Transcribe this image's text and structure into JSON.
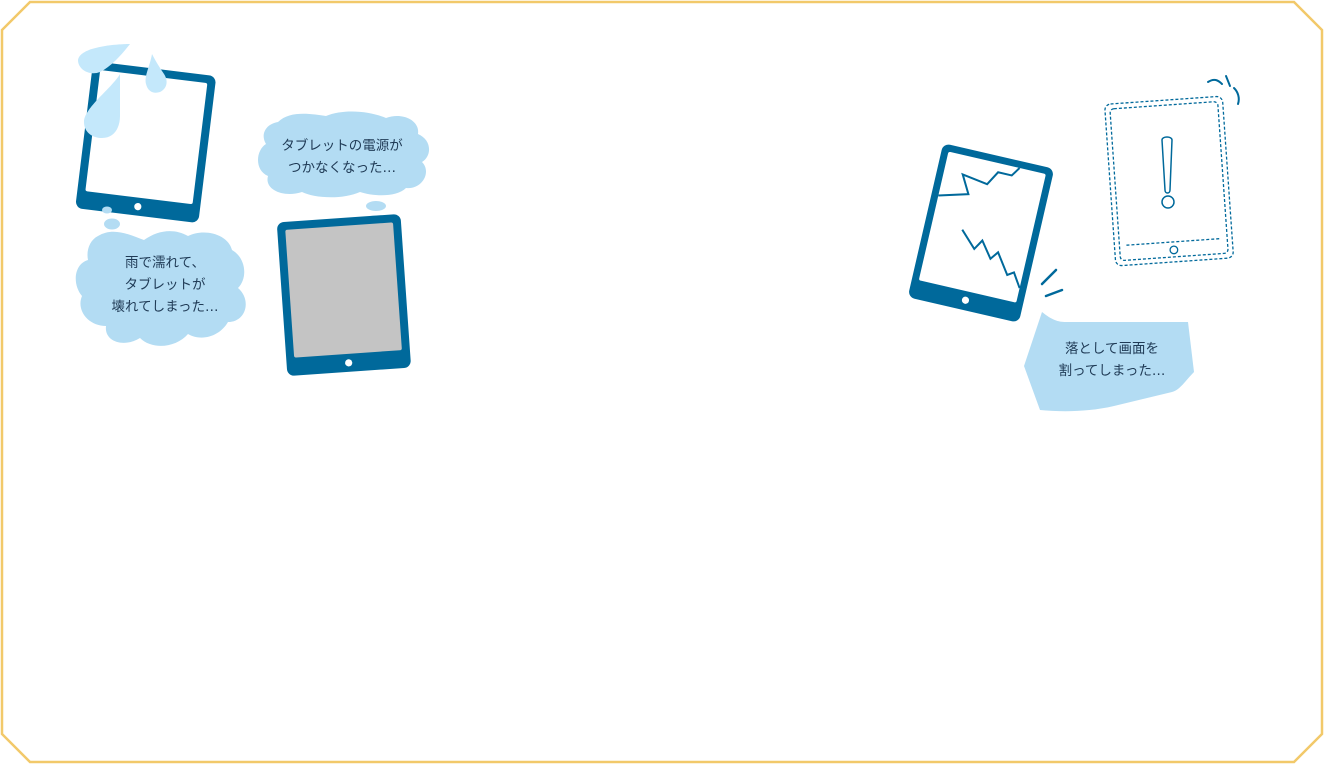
{
  "colors": {
    "frame_border": "#f2c96a",
    "device_body": "#00699b",
    "bubble_fill": "#b3dcf3",
    "drop_fill": "#c4e8fb",
    "dead_screen": "#c4c4c4",
    "caption_text": "#1f3a55"
  },
  "scenes": [
    {
      "id": "water-damage",
      "icon": "water-drop-icon",
      "caption": [
        "雨で濡れて、",
        "タブレットが",
        "壊れてしまった…"
      ]
    },
    {
      "id": "no-power",
      "icon": "tablet-icon",
      "caption": [
        "タブレットの電源が",
        "つかなくなった…"
      ]
    },
    {
      "id": "cracked-screen",
      "icon": "cracked-screen-icon",
      "caption": [
        "落として画面を",
        "割ってしまった…"
      ]
    },
    {
      "id": "warning",
      "icon": "exclamation-icon"
    }
  ]
}
